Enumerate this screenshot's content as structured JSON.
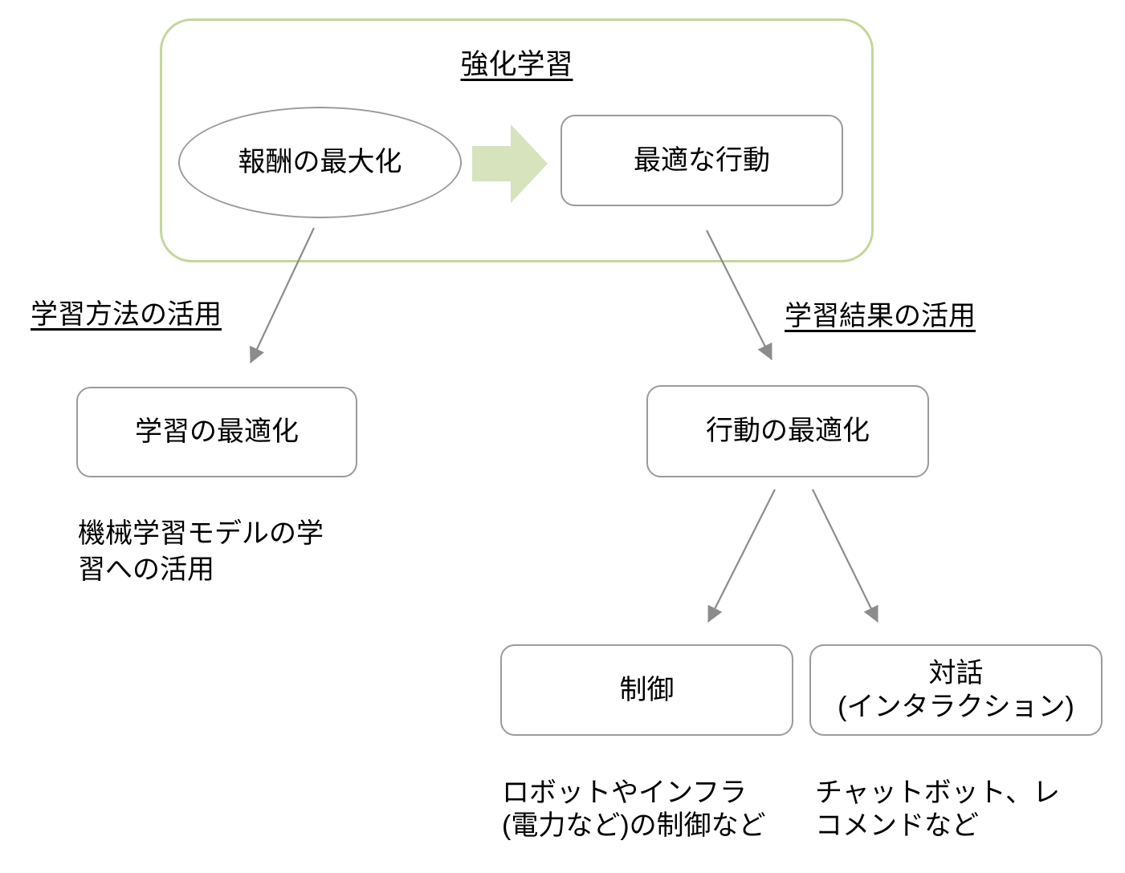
{
  "group": {
    "title": "強化学習"
  },
  "nodes": {
    "reward_maximization": "報酬の最大化",
    "optimal_action": "最適な行動",
    "learning_optimization": "学習の最適化",
    "action_optimization": "行動の最適化",
    "control": "制御",
    "dialogue": {
      "line1": "対話",
      "line2": "(インタラクション)"
    }
  },
  "edge_labels": {
    "method_use": "学習方法の活用",
    "result_use": "学習結果の活用"
  },
  "descriptions": {
    "learning": {
      "line1": "機械学習モデルの学",
      "line2": "習への活用"
    },
    "control": {
      "line1": "ロボットやインフラ",
      "line2": "(電力など)の制御など"
    },
    "dialogue": {
      "line1": "チャットボット、レ",
      "line2": "コメンドなど"
    }
  },
  "colors": {
    "group_border": "#c3d69b",
    "block_arrow_fill": "#d6e3bc",
    "connector": "#8c8c8c",
    "node_border": "#9b9b9b",
    "text": "#000000"
  }
}
